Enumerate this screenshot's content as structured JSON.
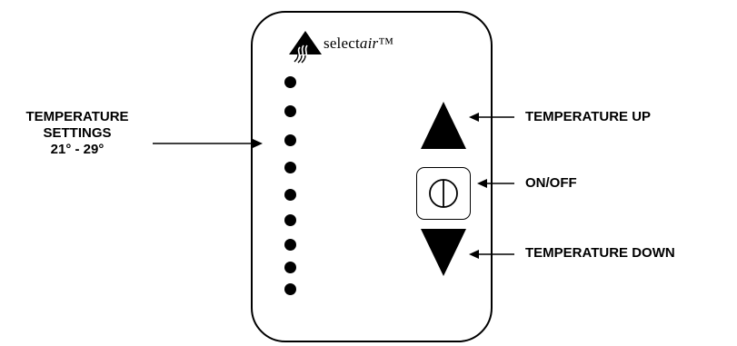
{
  "brand": {
    "name_plain": "select",
    "name_italic": "air",
    "trademark": "™",
    "logo_icon": "selectair-logo-icon"
  },
  "labels": {
    "settings_line1": "TEMPERATURE",
    "settings_line2": "SETTINGS",
    "settings_range": "21° - 29°",
    "temp_up": "TEMPERATURE UP",
    "on_off": "ON/OFF",
    "temp_down": "TEMPERATURE DOWN"
  },
  "indicator": {
    "dot_count": 9
  },
  "icons": {
    "up": "up-triangle-icon",
    "down": "down-triangle-icon",
    "power": "power-icon"
  }
}
